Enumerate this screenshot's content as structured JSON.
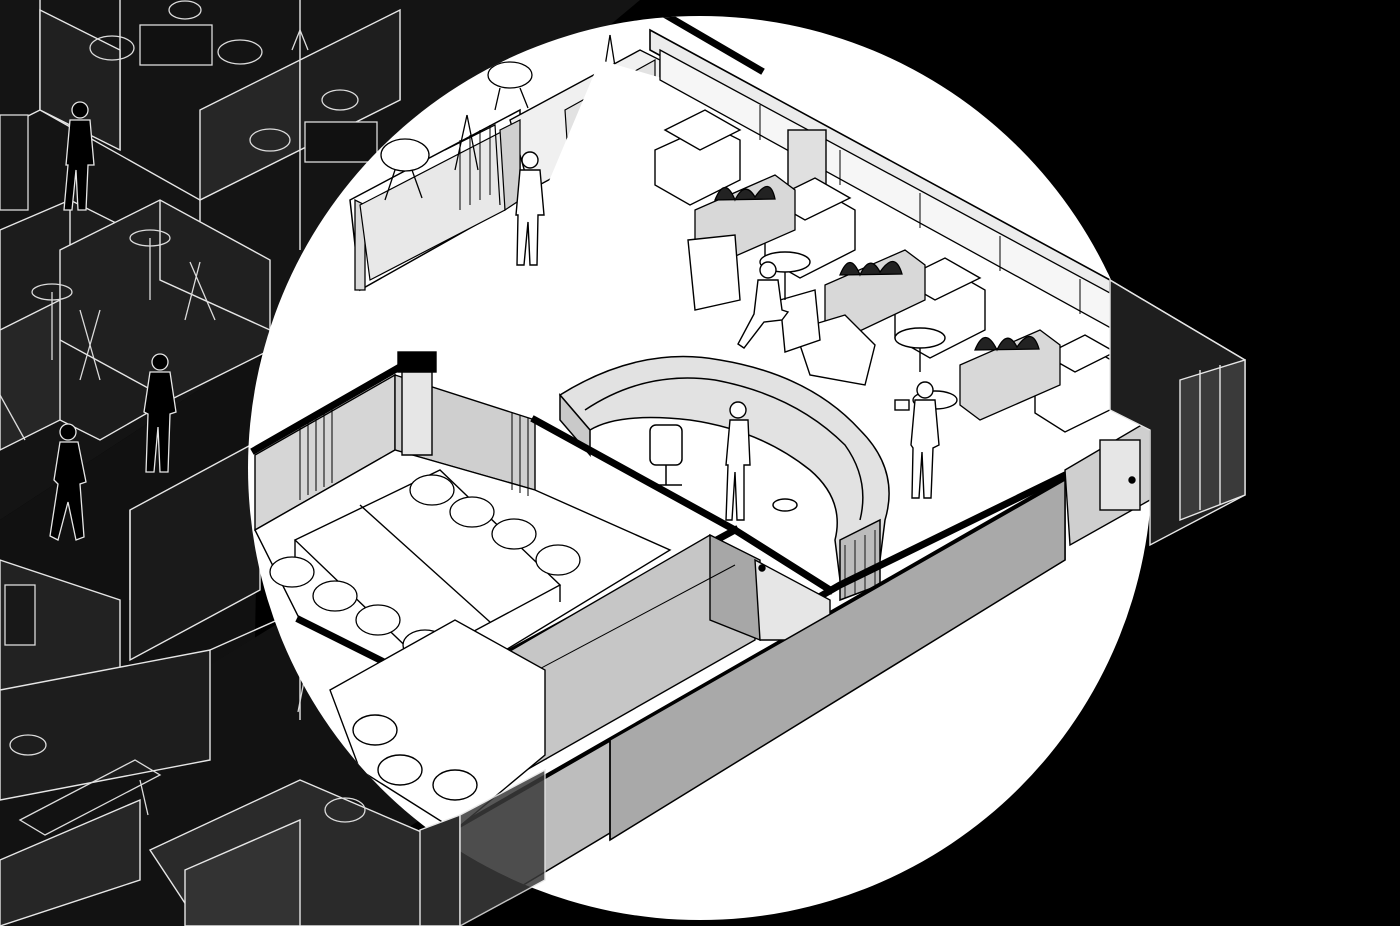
{
  "image": {
    "kind": "isometric office floor plan illustration",
    "palette": {
      "background": "#000000",
      "highlight": "#ffffff",
      "floor_dark": "#1a1a1a",
      "wall_dark": "#2b2b2b",
      "wall_light": "#cfcfcf",
      "wall_mid": "#a9a9a9",
      "line_dark": "#000000",
      "line_light": "#e6e6e6"
    },
    "zones": [
      {
        "id": "lounge",
        "label": ""
      },
      {
        "id": "reception-desk",
        "label": ""
      },
      {
        "id": "meeting-room",
        "label": ""
      },
      {
        "id": "phone-booth",
        "label": ""
      },
      {
        "id": "corridor",
        "label": ""
      },
      {
        "id": "dark-offices",
        "label": ""
      }
    ],
    "icons": [
      "person-figure-icon",
      "chair-icon",
      "sofa-icon",
      "table-icon",
      "plant-icon",
      "door-icon",
      "easel-icon"
    ]
  }
}
